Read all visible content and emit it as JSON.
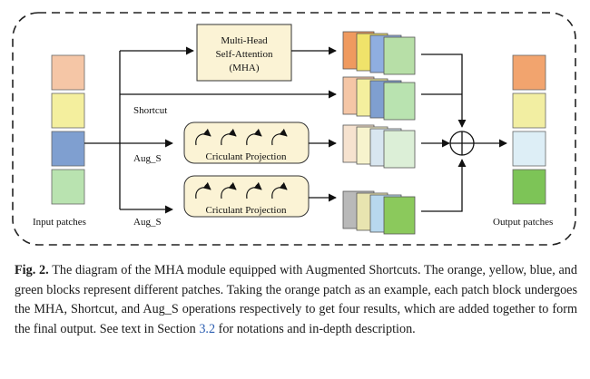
{
  "diagram": {
    "mha_label_lines": [
      "Multi-Head",
      "Self-Attention",
      "(MHA)"
    ],
    "shortcut_label": "Shortcut",
    "aug1_label": "Aug_S",
    "aug2_label": "Aug_S",
    "proj1_label": "Criculant Projection",
    "proj2_label": "Criculant Projection",
    "input_label": "Input patches",
    "output_label": "Output patches",
    "sum_symbol": "⊕",
    "patch_colors": {
      "orange": "#f5c6a6",
      "yellow": "#f4ef9e",
      "blue": "#7f9fd0",
      "green": "#b9e3b0",
      "out_orange": "#f2a46e",
      "out_yellow": "#f2eea2",
      "out_blue": "#ddeef6",
      "out_green": "#7dc457"
    },
    "box_fill": "#fbf3d5"
  },
  "caption": {
    "fig_label": "Fig. 2.",
    "text_before_ref": " The diagram of the MHA module equipped with Augmented Shortcuts. The orange, yellow, blue, and green blocks represent different patches. Taking the orange patch as an example, each patch block undergoes the MHA, Shortcut, and Aug_S operations respectively to get four results, which are added together to form the final output. See text in Section ",
    "section_ref": "3.2",
    "text_after_ref": " for notations and in-depth description."
  }
}
